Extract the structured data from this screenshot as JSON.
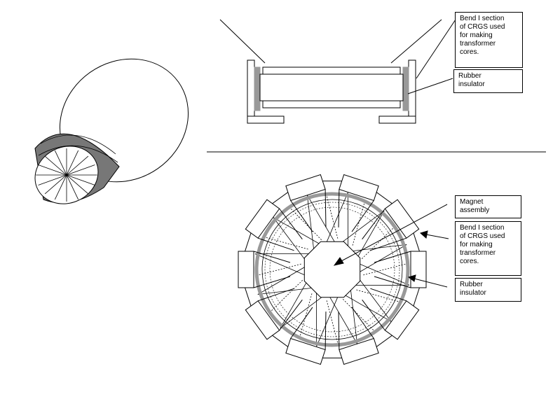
{
  "labels": {
    "side_bend": {
      "lines": [
        "Bend I section",
        "of CRGS used",
        "for making",
        "transformer",
        "cores."
      ]
    },
    "side_rubber": {
      "lines": [
        "Rubber",
        "insulator"
      ]
    },
    "top_magnet": {
      "lines": [
        "Magnet",
        "assembly"
      ]
    },
    "top_bend": {
      "lines": [
        "Bend I section",
        "of CRGS used",
        "for making",
        "transformer",
        "cores."
      ]
    },
    "top_rubber": {
      "lines": [
        "Rubber",
        "insulator"
      ]
    }
  },
  "colors": {
    "line": "#000000",
    "insulator": "#999999",
    "background": "#ffffff"
  },
  "top_view": {
    "core_count": 10,
    "blade_count": 12
  }
}
